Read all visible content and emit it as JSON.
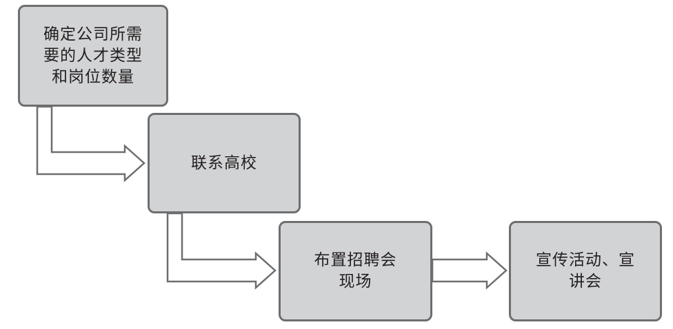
{
  "diagram": {
    "colors": {
      "box_fill": "#d2d3d5",
      "box_border": "#6d6e70",
      "arrow_stroke": "#6d6e70",
      "text": "#231f20"
    },
    "steps": [
      {
        "text": "确定公司所需\n要的人才类型\n和岗位数量"
      },
      {
        "text": "联系高校"
      },
      {
        "text": "布置招聘会\n现场"
      },
      {
        "text": "宣传活动、宣\n讲会"
      }
    ],
    "arrows": [
      {
        "from": 0,
        "to": 1,
        "style": "hollow-elbow"
      },
      {
        "from": 1,
        "to": 2,
        "style": "hollow-elbow"
      },
      {
        "from": 2,
        "to": 3,
        "style": "hollow-straight"
      }
    ]
  }
}
